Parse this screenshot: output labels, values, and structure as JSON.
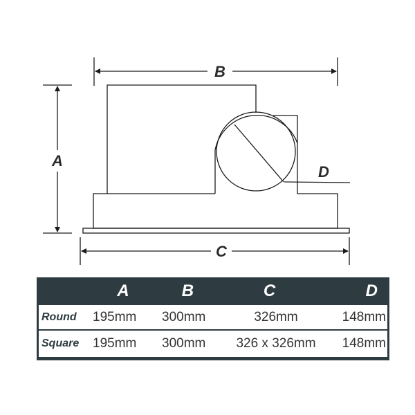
{
  "diagram": {
    "dimension_labels": {
      "A": "A",
      "B": "B",
      "C": "C",
      "D": "D"
    },
    "line_color": "#1a1a1a"
  },
  "table": {
    "header_bg": "#2e3c42",
    "columns": [
      "A",
      "B",
      "C",
      "D"
    ],
    "rows": [
      {
        "label": "Round",
        "A": "195mm",
        "B": "300mm",
        "C": "326mm",
        "D": "148mm"
      },
      {
        "label": "Square",
        "A": "195mm",
        "B": "300mm",
        "C": "326 x 326mm",
        "D": "148mm"
      }
    ]
  }
}
